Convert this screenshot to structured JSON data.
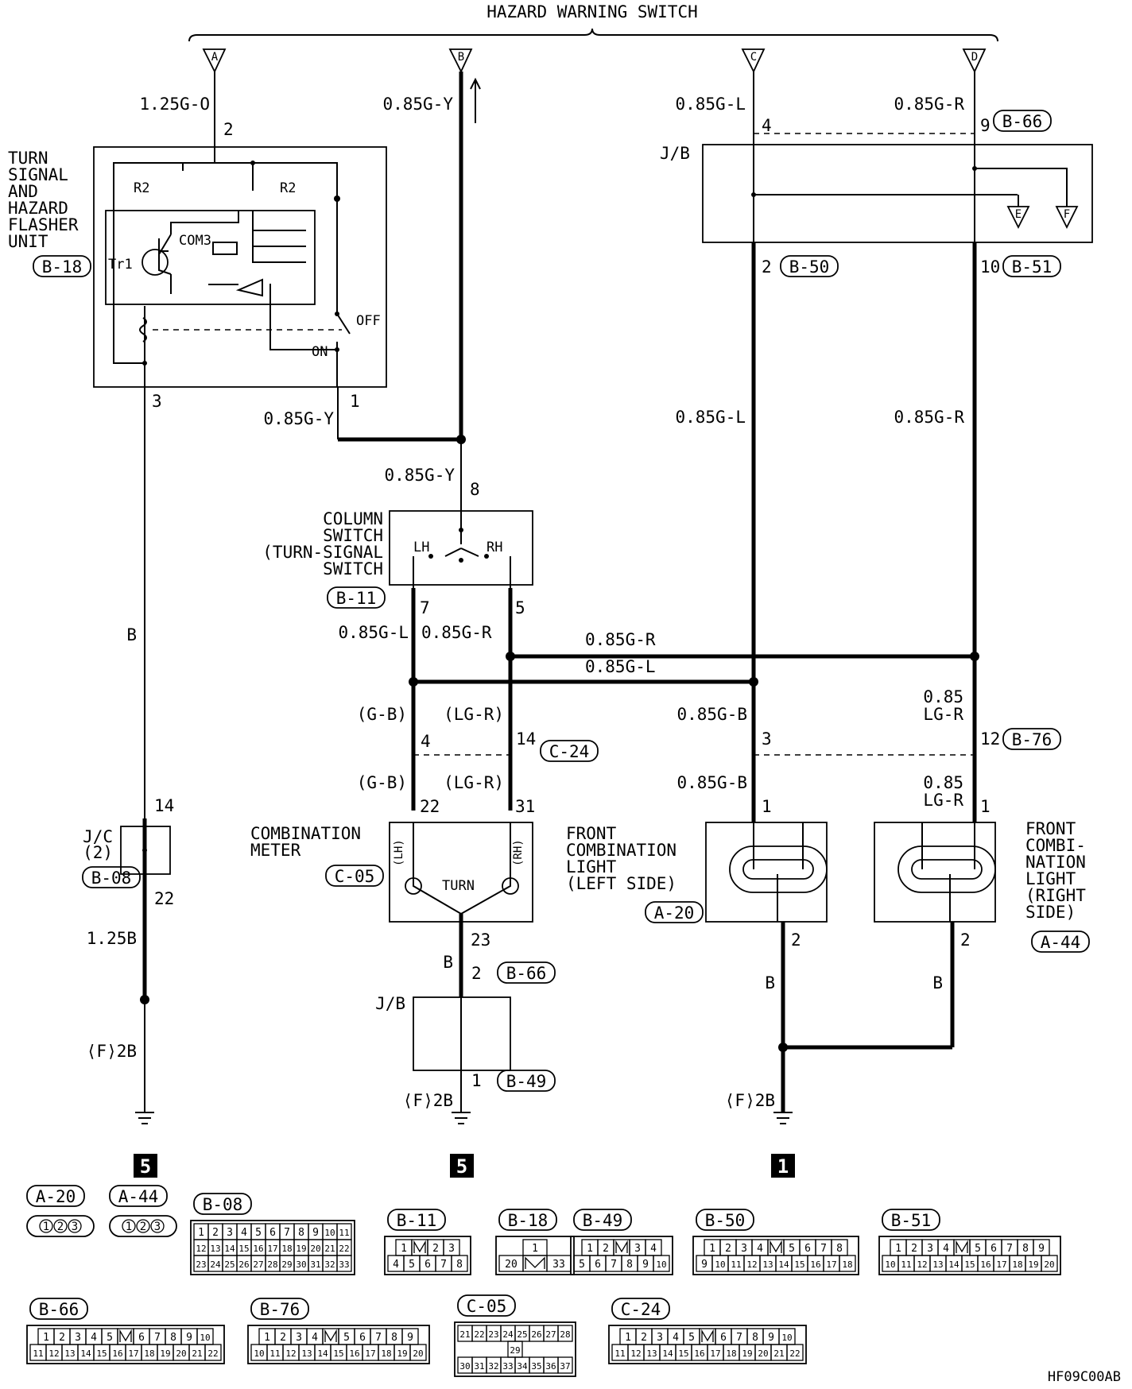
{
  "title": "HAZARD WARNING SWITCH",
  "terminals": [
    "A",
    "B",
    "C",
    "D",
    "E",
    "F"
  ],
  "wires": {
    "w_a": "1.25G-O",
    "w_b": "0.85G-Y",
    "w_c": "0.85G-L",
    "w_d": "0.85G-R",
    "w_fl_out": "0.85G-Y",
    "w_col_in": "0.85G-Y",
    "w_col_l": "0.85G-L",
    "w_col_r": "0.85G-R",
    "w_bus_r": "0.85G-R",
    "w_bus_l": "0.85G-L",
    "w_c_down": "0.85G-L",
    "w_d_down": "0.85G-R",
    "w_gb1": "(G-B)",
    "w_lgr1": "(LG-R)",
    "w_gb2": "(G-B)",
    "w_lgr2": "(LG-R)",
    "w_lb1": "0.85G-B",
    "w_lb2": "0.85G-B",
    "w_rb1a": "0.85",
    "w_rb1b": "LG-R",
    "w_rb2a": "0.85",
    "w_rb2b": "LG-R",
    "w_flash_gnd": "B",
    "w_jc_out": "1.25B",
    "w_gnd1": "⟨F⟩2B",
    "w_meter_gnd": "B",
    "w_gnd2": "⟨F⟩2B",
    "w_left_gnd": "B",
    "w_right_gnd": "B",
    "w_gnd3": "⟨F⟩2B"
  },
  "pins": {
    "p_a": "2",
    "p_c": "4",
    "p_d": "9",
    "p_jb1": "2",
    "p_jb2": "10",
    "p_fl3": "3",
    "p_fl1": "1",
    "p_col8": "8",
    "p_col7": "7",
    "p_col5": "5",
    "p_c24a": "4",
    "p_c24b": "14",
    "p_b76a": "3",
    "p_b76b": "12",
    "p_m22": "22",
    "p_m31": "31",
    "p_m23": "23",
    "p_jc14": "14",
    "p_jc22": "22",
    "p_jb2b": "2",
    "p_jb1b": "1",
    "p_l1": "1",
    "p_l2": "2",
    "p_r1": "1",
    "p_r2": "2"
  },
  "connectors": {
    "b66": "B-66",
    "b50": "B-50",
    "b51": "B-51",
    "b18": "B-18",
    "b11": "B-11",
    "c24": "C-24",
    "b76": "B-76",
    "c05": "C-05",
    "a20": "A-20",
    "a44": "A-44",
    "b08": "B-08",
    "b49": "B-49",
    "b66b": "B-66"
  },
  "components": {
    "flasher": [
      "TURN",
      "SIGNAL",
      "AND",
      "HAZARD",
      "FLASHER",
      "UNIT"
    ],
    "flasher_parts": {
      "r2a": "R2",
      "r2b": "R2",
      "tr1": "Tr1",
      "com3": "COM3",
      "off": "OFF",
      "on": "ON"
    },
    "jb_top": "J/B",
    "column_switch": [
      "COLUMN",
      "SWITCH",
      "(TURN-SIGNAL",
      "SWITCH"
    ],
    "column_lh": "LH",
    "column_rh": "RH",
    "meter": [
      "COMBINATION",
      "METER"
    ],
    "meter_lh": "(LH)",
    "meter_rh": "(RH)",
    "meter_turn": "TURN",
    "jc": [
      "J/C",
      "(2)"
    ],
    "jb_bottom": "J/B",
    "front_left": [
      "FRONT",
      "COMBINATION",
      "LIGHT",
      "(LEFT SIDE)"
    ],
    "front_right": [
      "FRONT",
      "COMBI-",
      "NATION",
      "LIGHT",
      "(RIGHT",
      "SIDE)"
    ]
  },
  "grounds": [
    "5",
    "5",
    "1"
  ],
  "connector_views": {
    "A-20": {
      "label": "A-20",
      "rows": [
        [
          "1",
          "2",
          "3"
        ]
      ]
    },
    "A-44": {
      "label": "A-44",
      "rows": [
        [
          "1",
          "2",
          "3"
        ]
      ]
    },
    "B-08": {
      "label": "B-08",
      "rows": [
        [
          "1",
          "2",
          "3",
          "4",
          "5",
          "6",
          "7",
          "8",
          "9",
          "10",
          "11"
        ],
        [
          "12",
          "13",
          "14",
          "15",
          "16",
          "17",
          "18",
          "19",
          "20",
          "21",
          "22"
        ],
        [
          "23",
          "24",
          "25",
          "26",
          "27",
          "28",
          "29",
          "30",
          "31",
          "32",
          "33"
        ]
      ]
    },
    "B-11": {
      "label": "B-11",
      "rows": [
        [
          "1",
          "",
          "2",
          "3"
        ],
        [
          "4",
          "5",
          "6",
          "7",
          "8"
        ]
      ]
    },
    "B-18": {
      "label": "B-18",
      "rows": [
        [
          "1"
        ],
        [
          "20",
          "",
          "33"
        ]
      ]
    },
    "B-49": {
      "label": "B-49",
      "rows": [
        [
          "1",
          "2",
          "",
          "3",
          "4"
        ],
        [
          "5",
          "6",
          "7",
          "8",
          "9",
          "10"
        ]
      ]
    },
    "B-50": {
      "label": "B-50",
      "rows": [
        [
          "1",
          "2",
          "3",
          "4",
          "",
          "5",
          "6",
          "7",
          "8"
        ],
        [
          "9",
          "10",
          "11",
          "12",
          "13",
          "14",
          "15",
          "16",
          "17",
          "18"
        ]
      ]
    },
    "B-51": {
      "label": "B-51",
      "rows": [
        [
          "1",
          "2",
          "3",
          "4",
          "",
          "5",
          "6",
          "7",
          "8",
          "9"
        ],
        [
          "10",
          "11",
          "12",
          "13",
          "14",
          "15",
          "16",
          "17",
          "18",
          "19",
          "20"
        ]
      ]
    },
    "B-66": {
      "label": "B-66",
      "rows": [
        [
          "1",
          "2",
          "3",
          "4",
          "5",
          "",
          "6",
          "7",
          "8",
          "9",
          "10"
        ],
        [
          "11",
          "12",
          "13",
          "14",
          "15",
          "16",
          "17",
          "18",
          "19",
          "20",
          "21",
          "22"
        ]
      ]
    },
    "B-76": {
      "label": "B-76",
      "rows": [
        [
          "1",
          "2",
          "3",
          "4",
          "",
          "5",
          "6",
          "7",
          "8",
          "9"
        ],
        [
          "10",
          "11",
          "12",
          "13",
          "14",
          "15",
          "16",
          "17",
          "18",
          "19",
          "20"
        ]
      ]
    },
    "C-05": {
      "label": "C-05",
      "rows": [
        [
          "21",
          "22",
          "23",
          "24",
          "25",
          "26",
          "27",
          "28"
        ],
        [
          "29"
        ],
        [
          "30",
          "31",
          "32",
          "33",
          "34",
          "35",
          "36",
          "37"
        ]
      ]
    },
    "C-24": {
      "label": "C-24",
      "rows": [
        [
          "1",
          "2",
          "3",
          "4",
          "5",
          "",
          "6",
          "7",
          "8",
          "9",
          "10"
        ],
        [
          "11",
          "12",
          "13",
          "14",
          "15",
          "16",
          "17",
          "18",
          "19",
          "20",
          "21",
          "22"
        ]
      ]
    }
  },
  "figure_code": "HF09C00AB"
}
